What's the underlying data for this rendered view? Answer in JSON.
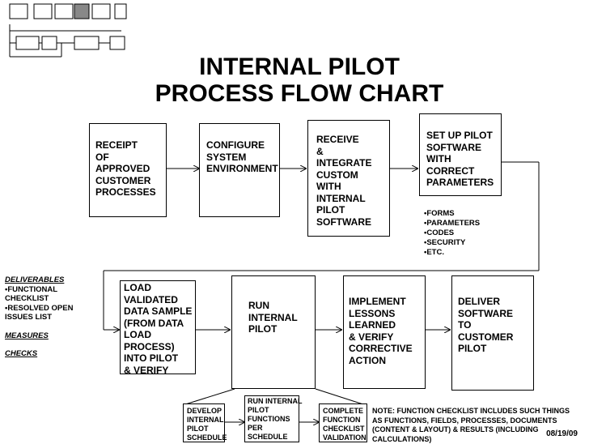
{
  "title": "INTERNAL PILOT\nPROCESS FLOW CHART",
  "top_steps": [
    {
      "label": "RECEIPT\nOF\nAPPROVED\nCUSTOMER\nPROCESSES"
    },
    {
      "label": "CONFIGURE\nSYSTEM\nENVIRONMENT"
    },
    {
      "label": "RECEIVE\n&\nINTEGRATE\nCUSTOM\nWITH\nINTERNAL\nPILOT\nSOFTWARE"
    },
    {
      "label": "SET UP PILOT\nSOFTWARE\nWITH\nCORRECT\nPARAMETERS"
    }
  ],
  "parameter_items": [
    "FORMS",
    "PARAMETERS",
    "CODES",
    "SECURITY",
    "ETC."
  ],
  "bottom_steps": [
    {
      "label": "LOAD\nVALIDATED\nDATA SAMPLE\n(FROM DATA\nLOAD\nPROCESS)\nINTO PILOT\n& VERIFY"
    },
    {
      "label": "RUN\nINTERNAL\nPILOT"
    },
    {
      "label": "IMPLEMENT\nLESSONS\nLEARNED\n& VERIFY\nCORRECTIVE\nACTION"
    },
    {
      "label": "DELIVER\nSOFTWARE\nTO\nCUSTOMER\nPILOT"
    }
  ],
  "sub_steps": [
    {
      "label": "DEVELOP\nINTERNAL\nPILOT\nSCHEDULE"
    },
    {
      "label": "RUN INTERNAL\nPILOT\nFUNCTIONS\nPER\nSCHEDULE"
    },
    {
      "label": "COMPLETE\nFUNCTION\nCHECKLIST\nVALIDATION"
    }
  ],
  "side_panel": {
    "deliverables_heading": "DELIVERABLES",
    "deliverable_items": [
      "FUNCTIONAL CHECKLIST",
      "RESOLVED OPEN ISSUES LIST"
    ],
    "measures_heading": "MEASURES",
    "checks_heading": "CHECKS"
  },
  "note": "NOTE:  FUNCTION CHECKLIST INCLUDES SUCH THINGS\nAS FUNCTIONS, FIELDS, PROCESSES, DOCUMENTS\n(CONTENT & LAYOUT) & RESULTS (INCLUDING CALCULATIONS)",
  "date": "08/19/09"
}
